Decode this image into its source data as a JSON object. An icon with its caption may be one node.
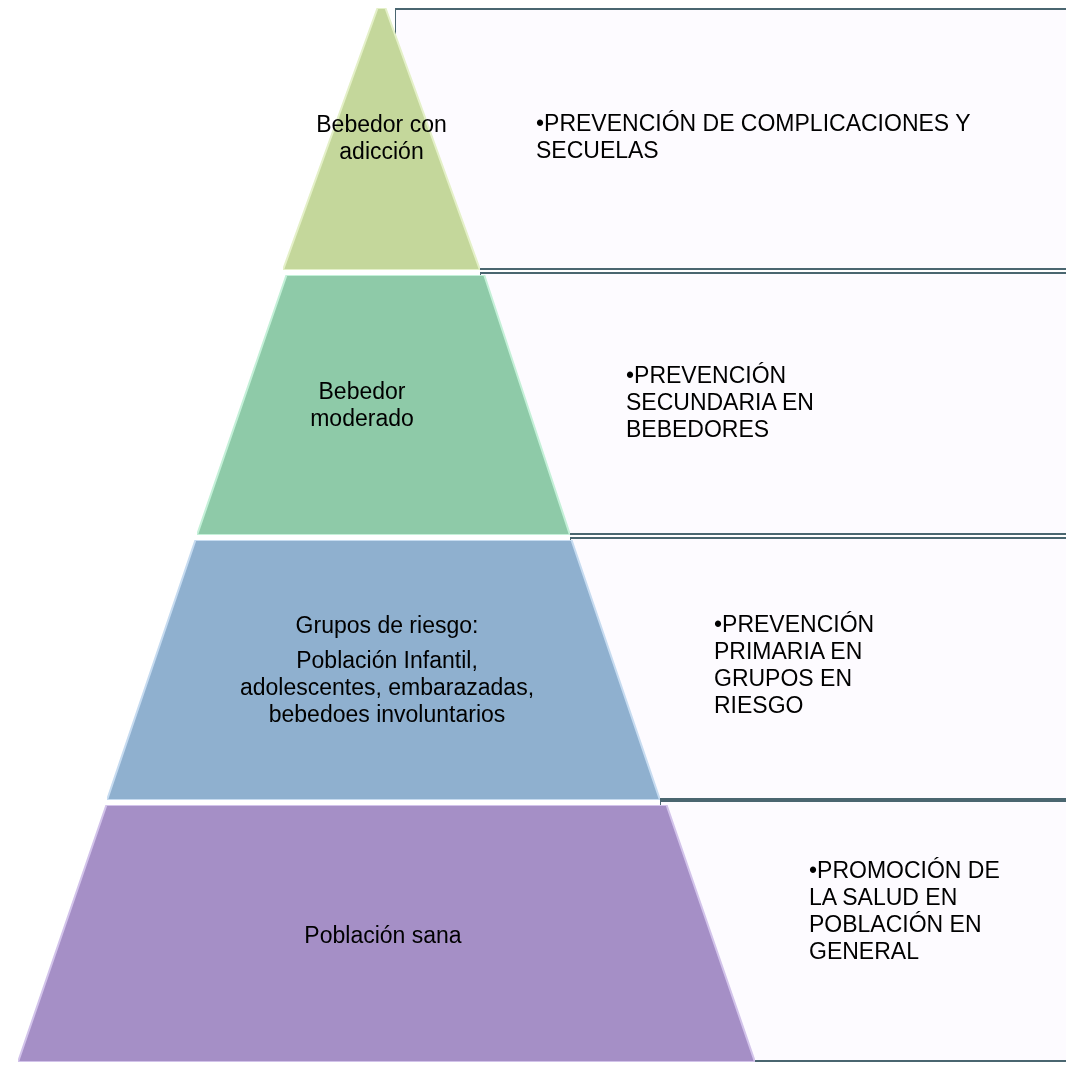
{
  "diagram": {
    "nodes": [
      {
        "text": [
          "Bebedor con adicción"
        ]
      },
      {
        "text": [
          "•PREVENCIÓN DE COMPLICACIONES Y SECUELAS"
        ]
      },
      {
        "text": [
          "Bebedor moderado"
        ]
      },
      {
        "text": [
          "•PREVENCIÓN SECUNDARIA EN BEBEDORES"
        ]
      },
      {
        "text": [
          "Grupos de riesgo:",
          "Población Infantil, adolescentes, embarazadas, bebedoes involuntarios"
        ]
      },
      {
        "text": [
          "•PREVENCIÓN PRIMARIA EN GRUPOS EN RIESGO"
        ]
      },
      {
        "text": [
          "Población sana"
        ]
      },
      {
        "text": [
          "•PROMOCIÓN DE LA SALUD EN POBLACIÓN EN GENERAL"
        ]
      }
    ]
  }
}
